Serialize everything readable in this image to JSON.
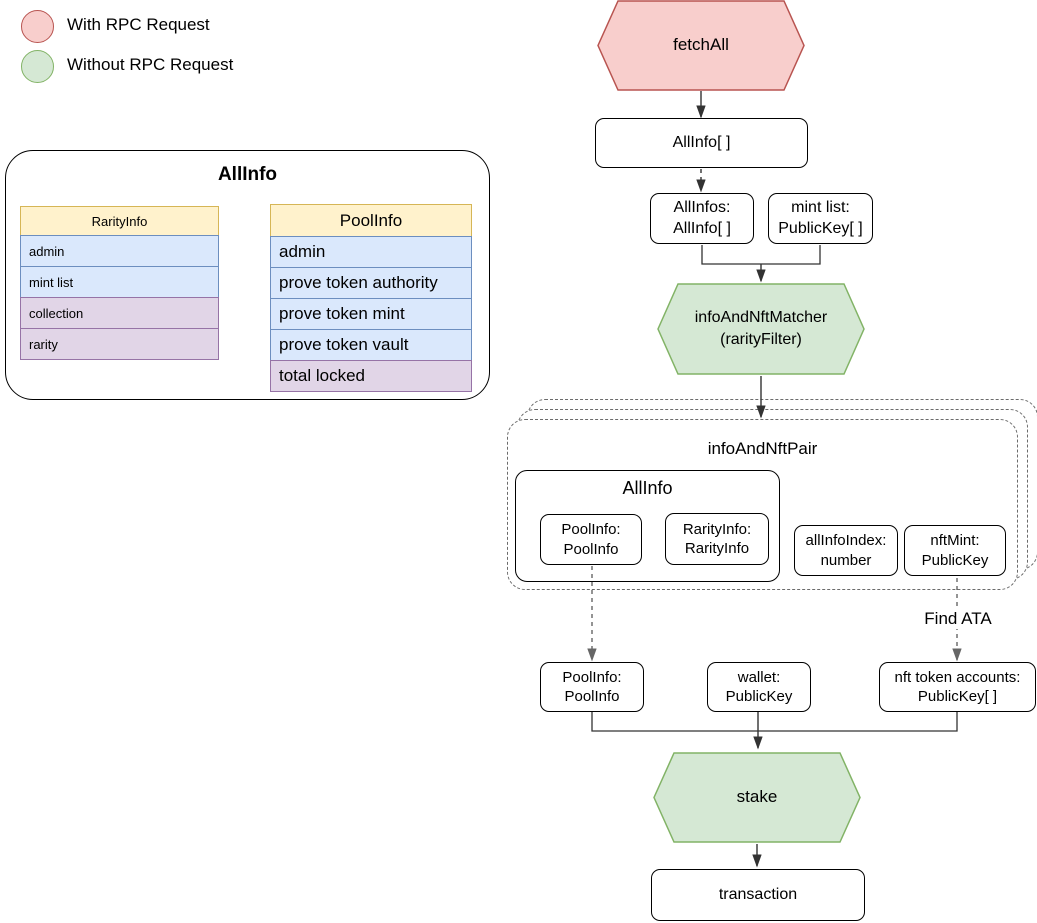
{
  "palette": {
    "with_rpc_fill": "#f8cecc",
    "with_rpc_border": "#b85450",
    "without_rpc_fill": "#d5e8d4",
    "without_rpc_border": "#82b366",
    "table_header_fill": "#fff2cc",
    "table_header_border": "#d6b656",
    "row_blue_fill": "#dae8fc",
    "row_blue_border": "#6c8ebf",
    "row_purple_fill": "#e1d5e7",
    "row_purple_border": "#9673a6"
  },
  "legend": {
    "items": [
      {
        "label": "With RPC Request",
        "color": "#f8cecc"
      },
      {
        "label": "Without RPC Request",
        "color": "#d5e8d4"
      }
    ]
  },
  "allinfo_panel": {
    "title": "AllInfo",
    "rarity_table": {
      "header": "RarityInfo",
      "rows": [
        {
          "label": "admin",
          "color": "blue"
        },
        {
          "label": "mint list",
          "color": "blue"
        },
        {
          "label": "collection",
          "color": "purple"
        },
        {
          "label": "rarity",
          "color": "purple"
        }
      ]
    },
    "pool_table": {
      "header": "PoolInfo",
      "rows": [
        {
          "label": "admin",
          "color": "blue"
        },
        {
          "label": "prove token authority",
          "color": "blue"
        },
        {
          "label": "prove token mint",
          "color": "blue"
        },
        {
          "label": "prove token vault",
          "color": "blue"
        },
        {
          "label": "total locked",
          "color": "purple"
        }
      ]
    }
  },
  "flow": {
    "fetch_all_label": "fetchAll",
    "all_info_array_label": "AllInfo[ ]",
    "all_infos_label": "AllInfos: AllInfo[ ]",
    "mint_list_label": "mint list: PublicKey[ ]",
    "matcher_label": "infoAndNftMatcher (rarityFilter)",
    "pair_group_label": "infoAndNftPair",
    "pair_allinfo_label": "AllInfo",
    "pair_poolinfo_label": "PoolInfo: PoolInfo",
    "pair_rarityinfo_label": "RarityInfo: RarityInfo",
    "pair_index_label": "allInfoIndex: number",
    "pair_nftmint_label": "nftMint: PublicKey",
    "poolinfo_param_label": "PoolInfo: PoolInfo",
    "wallet_param_label": "wallet: PublicKey",
    "nft_accounts_param_label": "nft token accounts: PublicKey[ ]",
    "find_ata_label": "Find ATA",
    "stake_label": "stake",
    "transaction_label": "transaction"
  }
}
